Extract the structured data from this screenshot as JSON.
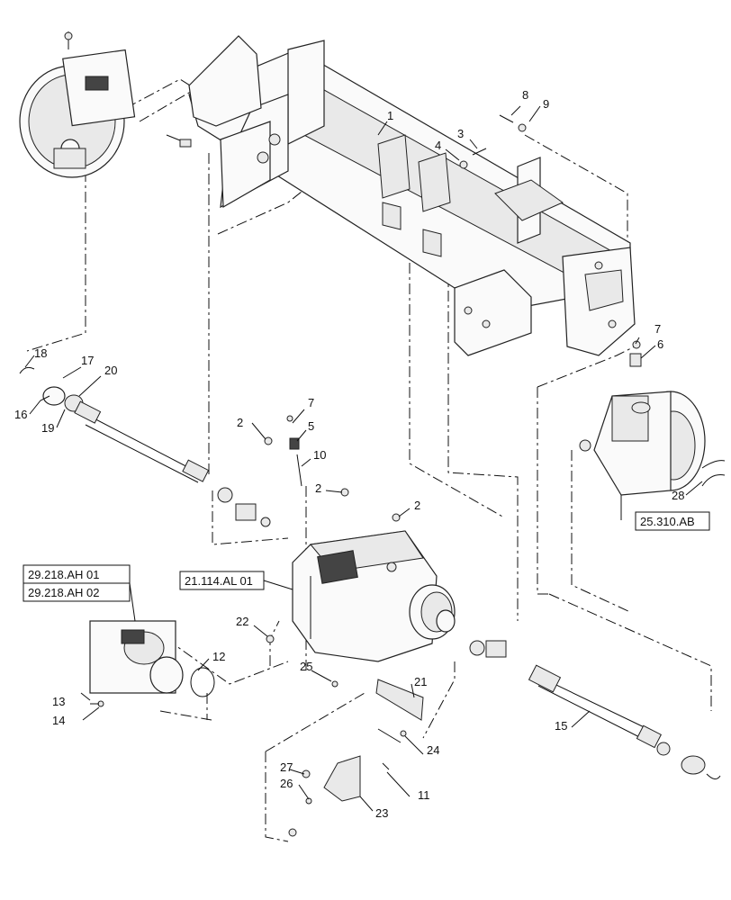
{
  "callouts": [
    "1",
    "2",
    "2",
    "2",
    "3",
    "4",
    "5",
    "6",
    "7",
    "7",
    "8",
    "9",
    "10",
    "11",
    "12",
    "13",
    "14",
    "15",
    "16",
    "17",
    "18",
    "19",
    "20",
    "21",
    "22",
    "23",
    "24",
    "25",
    "26",
    "27",
    "28"
  ],
  "references": {
    "ref_pump_1": "29.218.AH 01",
    "ref_pump_2": "29.218.AH 02",
    "ref_gearbox": "21.114.AL 01",
    "ref_final_drive": "25.310.AB"
  }
}
